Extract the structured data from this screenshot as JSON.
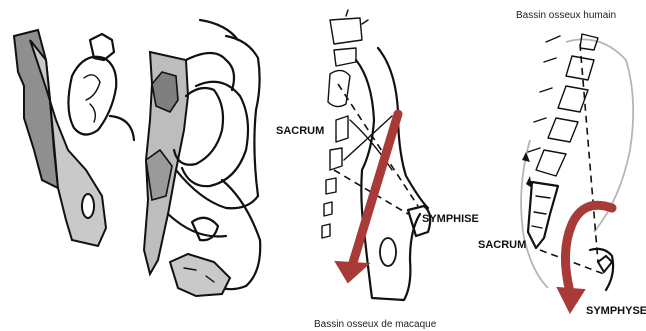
{
  "labels": {
    "human_title": "Bassin osseux humain",
    "macaque_caption": "Bassin osseux de macaque",
    "macaque_sacrum": "SACRUM",
    "macaque_symphise": "SYMPHISE",
    "human_sacrum": "SACRUM",
    "human_symphyse": "SYMPHYSE"
  },
  "colors": {
    "arrow_red": "#a83a37",
    "bone_dark_gray": "#8f8f8f",
    "bone_light_gray": "#c9c9c9",
    "outline": "#111111"
  }
}
